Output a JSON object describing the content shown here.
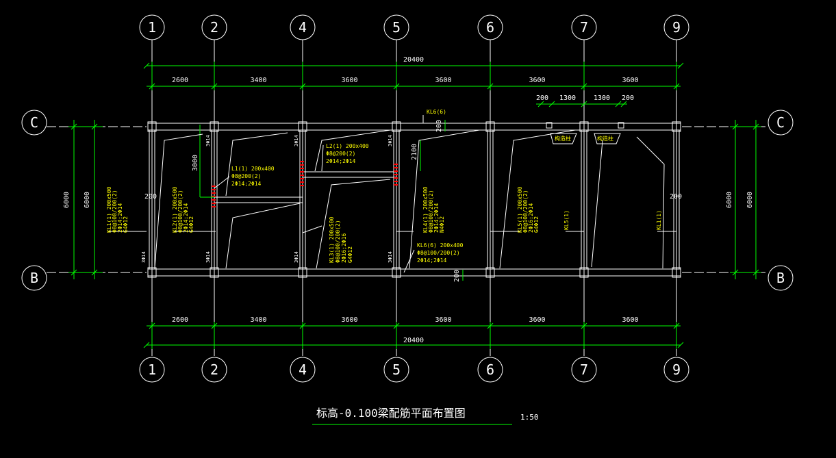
{
  "drawing": {
    "title": "标高-0.100梁配筋平面布置图",
    "scale": "1:50",
    "colors": {
      "background": "#000000",
      "lines": "#ffffff",
      "dimensions": "#00ff00",
      "annotations": "#ffff00",
      "rebar": "#ff0000"
    }
  },
  "axes": {
    "vertical": [
      "1",
      "2",
      "4",
      "5",
      "6",
      "7",
      "9"
    ],
    "horizontal": [
      "C",
      "B"
    ]
  },
  "dimensions": {
    "top_total": "20400",
    "top_spans": [
      "2600",
      "3400",
      "3600",
      "3600",
      "3600",
      "3600"
    ],
    "bottom_total": "20400",
    "bottom_spans": [
      "2600",
      "3400",
      "3600",
      "3600",
      "3600",
      "3600"
    ],
    "left_outer": "6000",
    "left_inner": "6000",
    "right_outer": "6000",
    "right_inner": "6000",
    "top_detail": [
      "200",
      "1300",
      "1300",
      "200"
    ],
    "misc": {
      "d200_c": "200",
      "d200_b": "200",
      "d2100": "2100",
      "d3000": "3000",
      "d200_left": "200",
      "d200_right": "200"
    }
  },
  "annotations": {
    "kl1": [
      "KL1(1) 200x500",
      "Φ8@100/200(2)",
      "2Φ14;2Φ14",
      "G4Φ12"
    ],
    "kl2": [
      "KL2(1) 200x500",
      "Φ8@100/200(2)",
      "2Φ14;2Φ14",
      "G4Φ12"
    ],
    "l1": [
      "L1(1) 200x400",
      "Φ8@200(2)",
      "2Φ14;2Φ14"
    ],
    "l2": [
      "L2(1) 200x400",
      "Φ8@200(2)",
      "2Φ14;2Φ14"
    ],
    "kl3": [
      "KL3(1) 200x500",
      "Φ8@100/200(2)",
      "2Φ16;2Φ16",
      "G4Φ12"
    ],
    "kl4": [
      "KL4(1) 200x500",
      "Φ8@100/200(2)",
      "2Φ14;2Φ14",
      "N4Φ12"
    ],
    "kl5": [
      "KL5(1) 200x500",
      "Φ8@100/200(2)",
      "2Φ16;2Φ14",
      "G4Φ12"
    ],
    "kl6": [
      "KL6(6) 200x400",
      "Φ8@100/200(2)",
      "2Φ14;2Φ14"
    ],
    "kl6_top": "KL6(6)",
    "kl5_ref": "KL5(1)",
    "kl1_ref": "KL1(1)",
    "column_left": "构造柱",
    "column_right": "构造柱",
    "rebar_3c14": "3Φ14"
  }
}
